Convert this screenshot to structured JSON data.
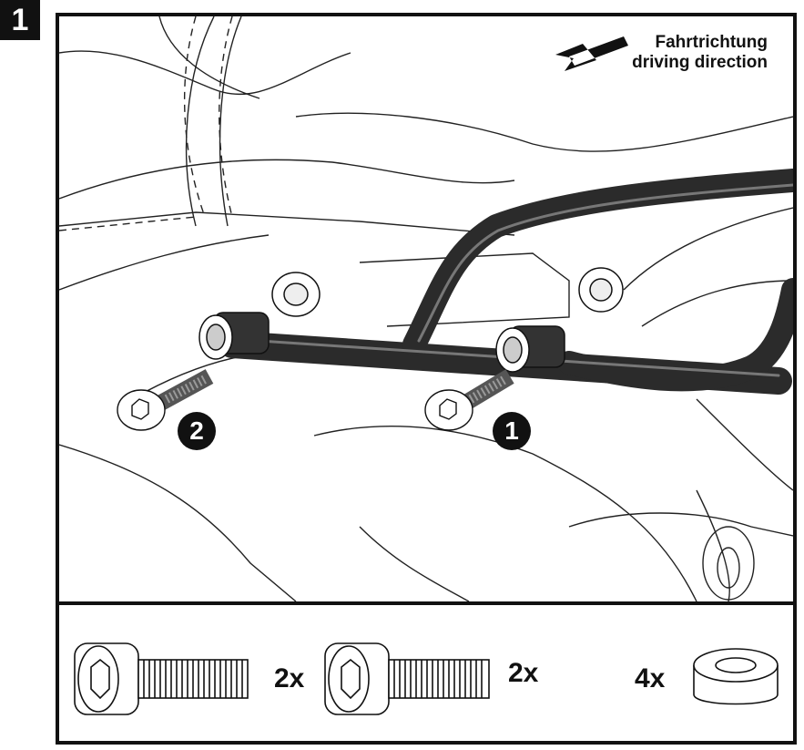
{
  "step": {
    "number": "1"
  },
  "direction": {
    "line1": "Fahrtrichtung",
    "line2": "driving direction"
  },
  "callouts": [
    {
      "label": "2"
    },
    {
      "label": "1"
    }
  ],
  "parts": [
    {
      "name": "long-bolt",
      "quantity": "2x"
    },
    {
      "name": "short-bolt",
      "quantity": "2x"
    },
    {
      "name": "spacer",
      "quantity": "4x"
    }
  ],
  "colors": {
    "ink": "#111111",
    "tube": "#333333",
    "paper": "#ffffff"
  }
}
